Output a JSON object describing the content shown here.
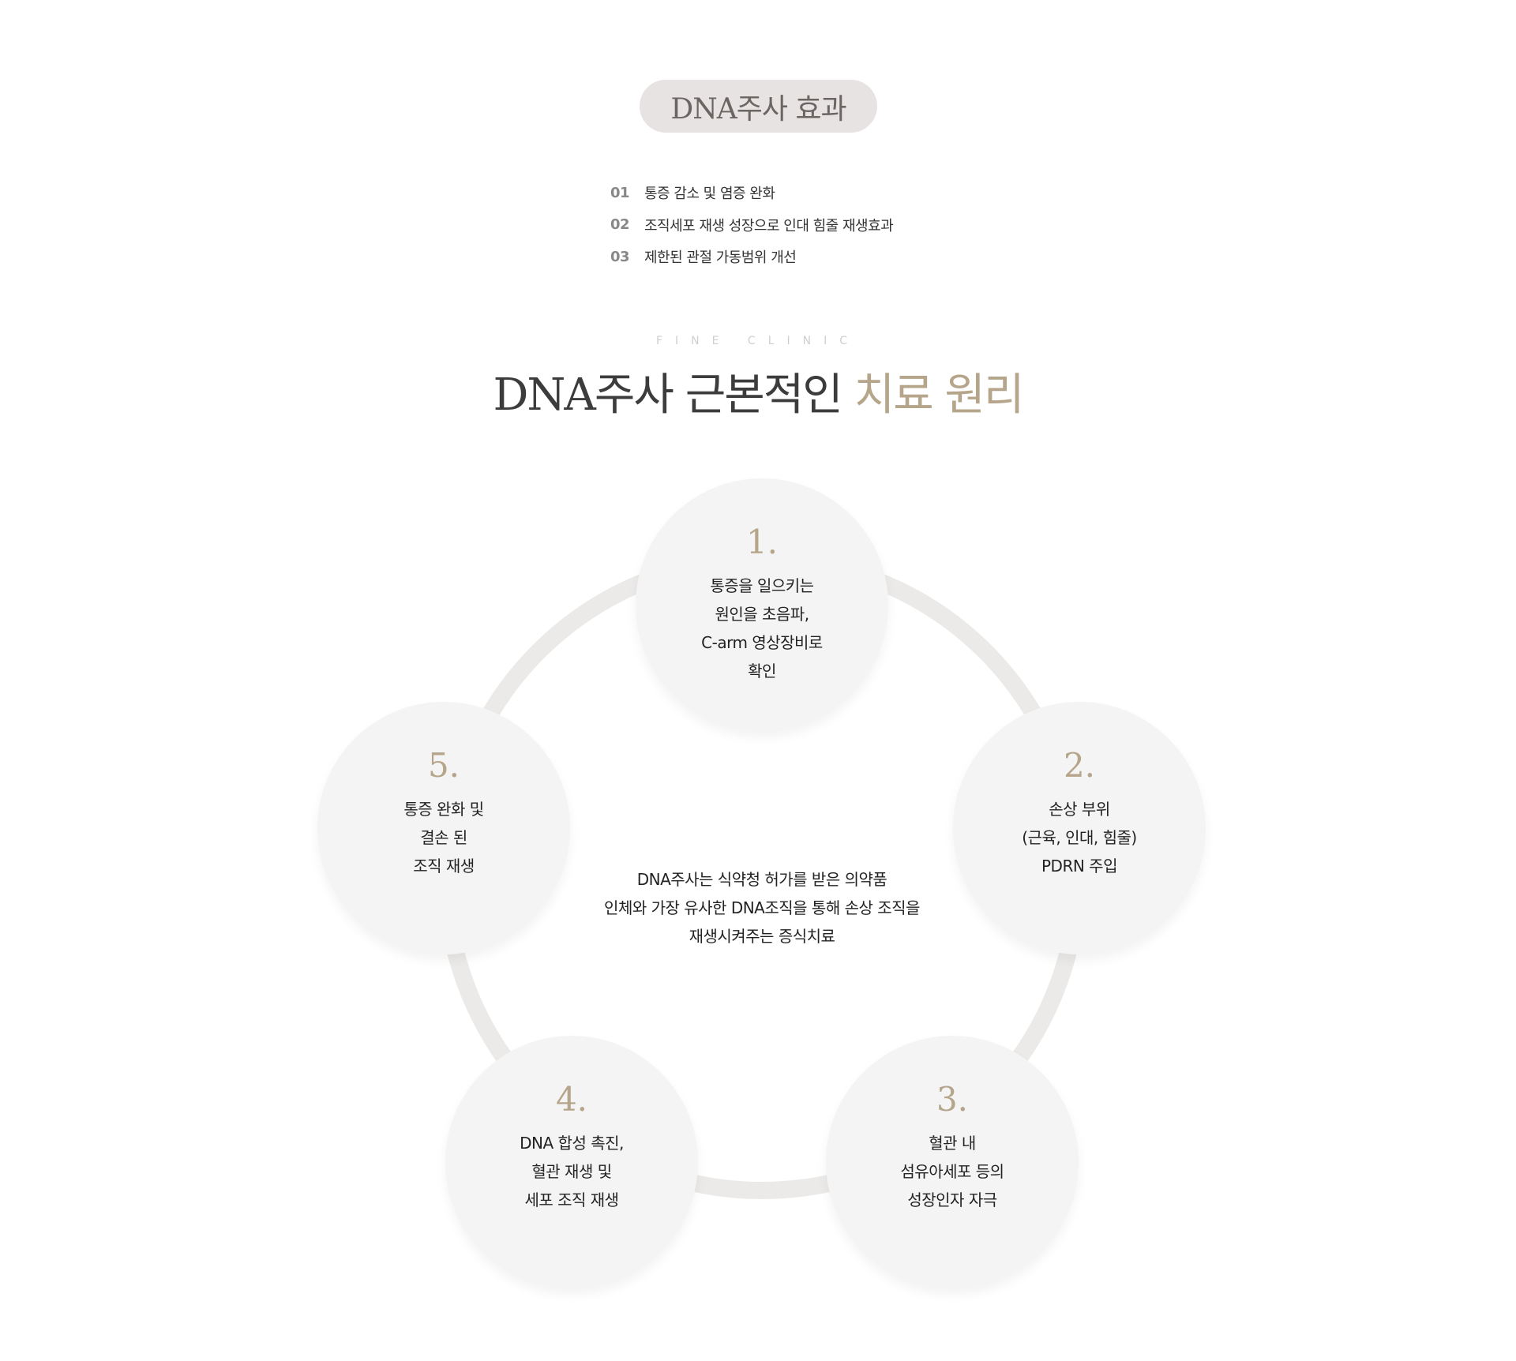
{
  "effects": {
    "badge": "DNA주사 효과",
    "items": [
      {
        "num": "01",
        "text": "통증 감소 및 염증 완화"
      },
      {
        "num": "02",
        "text": "조직세포 재생 성장으로 인대 힘줄 재생효과"
      },
      {
        "num": "03",
        "text": "제한된 관절 가동범위 개선"
      }
    ]
  },
  "principle": {
    "eyebrow": "FINE CLINIC",
    "title_main": "DNA주사 근본적인",
    "title_accent": "치료 원리",
    "center_lines": [
      "DNA주사는 식약청 허가를 받은 의약품",
      "인체와 가장 유사한 DNA조직을 통해 손상 조직을",
      "재생시켜주는 증식치료"
    ],
    "steps": [
      {
        "num": "1.",
        "lines": [
          "통증을 일으키는",
          "원인을 초음파,",
          "C-arm 영상장비로",
          "확인"
        ]
      },
      {
        "num": "2.",
        "lines": [
          "손상 부위",
          "(근육, 인대, 힘줄)",
          "PDRN 주입"
        ]
      },
      {
        "num": "3.",
        "lines": [
          "혈관 내",
          "섬유아세포 등의",
          "성장인자 자극"
        ]
      },
      {
        "num": "4.",
        "lines": [
          "DNA 합성 촉진,",
          "혈관 재생 및",
          "세포 조직 재생"
        ]
      },
      {
        "num": "5.",
        "lines": [
          "통증 완화 및",
          "결손 된",
          "조직 재생"
        ]
      }
    ]
  },
  "colors": {
    "accent": "#b5a58a",
    "circle": "#f5f4f4",
    "ring": "#ebeae8",
    "pill": "#e6e3e2"
  }
}
